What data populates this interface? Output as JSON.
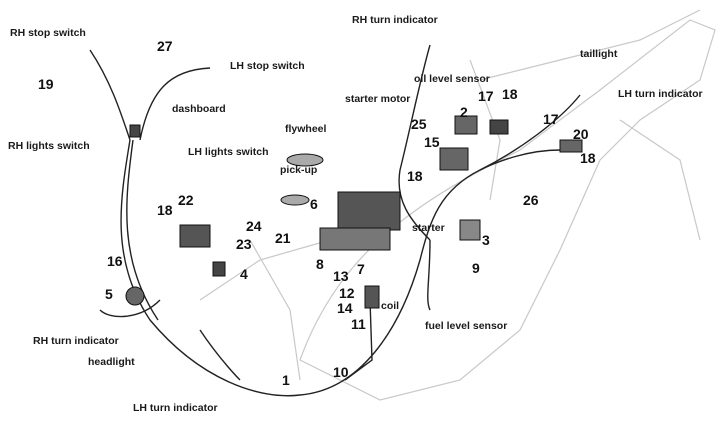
{
  "labels": {
    "rh_stop_switch": "RH stop switch",
    "lh_stop_switch": "LH stop switch",
    "dashboard": "dashboard",
    "rh_lights_switch": "RH lights switch",
    "lh_lights_switch": "LH lights switch",
    "rh_turn_indicator_rear": "RH turn indicator",
    "oil_level_sensor": "oil level sensor",
    "starter_motor": "starter motor",
    "flywheel": "flywheel",
    "taillight": "taillight",
    "lh_turn_indicator_rear": "LH turn indicator",
    "pick_up": "pick-up",
    "starter": "starter",
    "coil": "coil",
    "fuel_level_sensor": "fuel level sensor",
    "rh_turn_indicator_front": "RH turn indicator",
    "headlight": "headlight",
    "lh_turn_indicator_front": "LH turn indicator"
  },
  "numbers": {
    "n19a": "19",
    "n27": "27",
    "n25": "25",
    "n2": "2",
    "n17a": "17",
    "n18a": "18",
    "n15": "15",
    "n17b": "17",
    "n20": "20",
    "n18b": "18",
    "n6": "6",
    "n18c": "18",
    "n26": "26",
    "n3": "3",
    "n9": "9",
    "n22": "22",
    "n18d": "18",
    "n24": "24",
    "n23": "23",
    "n21": "21",
    "n4": "4",
    "n8": "8",
    "n7": "7",
    "n16": "16",
    "n5": "5",
    "n13": "13",
    "n12": "12",
    "n14": "14",
    "n11": "11",
    "n10": "10",
    "n1": "1"
  }
}
